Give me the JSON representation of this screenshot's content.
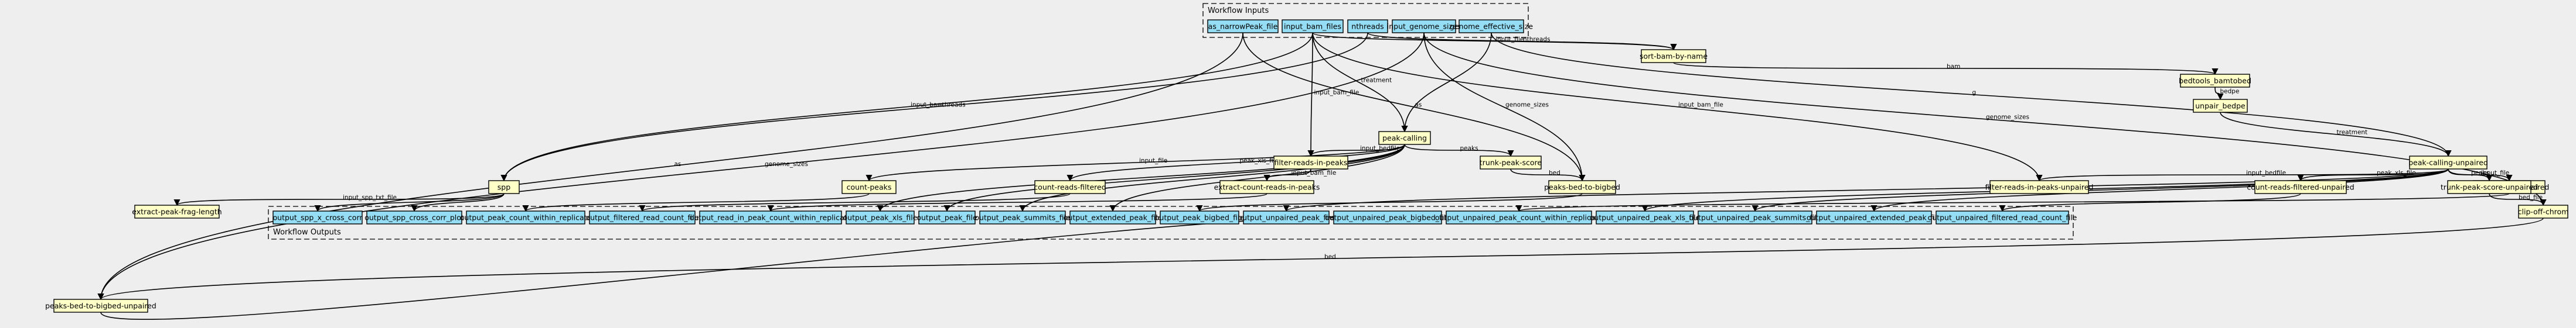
{
  "clusters": {
    "inputs": {
      "label": "Workflow Inputs"
    },
    "outputs": {
      "label": "Workflow Outputs"
    }
  },
  "nodes": [
    {
      "id": "as_narrowPeak_file",
      "label": "as_narrowPeak_file",
      "kind": "input"
    },
    {
      "id": "input_bam_files",
      "label": "input_bam_files",
      "kind": "input"
    },
    {
      "id": "nthreads",
      "label": "nthreads",
      "kind": "input"
    },
    {
      "id": "input_genome_sizes",
      "label": "input_genome_sizes",
      "kind": "input"
    },
    {
      "id": "genome_effective_size",
      "label": "genome_effective_size",
      "kind": "input"
    },
    {
      "id": "sort-bam-by-name",
      "label": "sort-bam-by-name",
      "kind": "step"
    },
    {
      "id": "bedtools_bamtobed",
      "label": "bedtools_bamtobed",
      "kind": "step"
    },
    {
      "id": "unpair_bedpe",
      "label": "unpair_bedpe",
      "kind": "step"
    },
    {
      "id": "peak-calling",
      "label": "peak-calling",
      "kind": "step"
    },
    {
      "id": "peak-calling-unpaired",
      "label": "peak-calling-unpaired",
      "kind": "step"
    },
    {
      "id": "filter-reads-in-peaks",
      "label": "filter-reads-in-peaks",
      "kind": "step"
    },
    {
      "id": "trunk-peak-score",
      "label": "trunk-peak-score",
      "kind": "step"
    },
    {
      "id": "count-peaks",
      "label": "count-peaks",
      "kind": "step"
    },
    {
      "id": "count-reads-filtered",
      "label": "count-reads-filtered",
      "kind": "step"
    },
    {
      "id": "extract-count-reads-in-peaks",
      "label": "extract-count-reads-in-peaks",
      "kind": "step"
    },
    {
      "id": "peaks-bed-to-bigbed",
      "label": "peaks-bed-to-bigbed",
      "kind": "step"
    },
    {
      "id": "spp",
      "label": "spp",
      "kind": "step"
    },
    {
      "id": "extract-peak-frag-length",
      "label": "extract-peak-frag-length",
      "kind": "step"
    },
    {
      "id": "filter-reads-in-peaks-unpaired",
      "label": "filter-reads-in-peaks-unpaired",
      "kind": "step"
    },
    {
      "id": "count-peaks-unpaired",
      "label": "count-peaks-unpaired",
      "kind": "step"
    },
    {
      "id": "count-reads-filtered-unpaired",
      "label": "count-reads-filtered-unpaired",
      "kind": "step"
    },
    {
      "id": "trunk-peak-score-unpaired",
      "label": "trunk-peak-score-unpaired",
      "kind": "step"
    },
    {
      "id": "clip-off-chrom",
      "label": "clip-off-chrom",
      "kind": "step"
    },
    {
      "id": "peaks-bed-to-bigbed-unpaired",
      "label": "peaks-bed-to-bigbed-unpaired",
      "kind": "step"
    },
    {
      "id": "output_spp_x_cross_corr",
      "label": "output_spp_x_cross_corr",
      "kind": "output"
    },
    {
      "id": "output_spp_cross_corr_plot",
      "label": "output_spp_cross_corr_plot",
      "kind": "output"
    },
    {
      "id": "output_peak_count_within_replicate",
      "label": "output_peak_count_within_replicate",
      "kind": "output"
    },
    {
      "id": "output_filtered_read_count_file",
      "label": "output_filtered_read_count_file",
      "kind": "output"
    },
    {
      "id": "output_read_in_peak_count_within_replicate",
      "label": "output_read_in_peak_count_within_replicate",
      "kind": "output"
    },
    {
      "id": "output_peak_xls_file",
      "label": "output_peak_xls_file",
      "kind": "output"
    },
    {
      "id": "output_peak_file",
      "label": "output_peak_file",
      "kind": "output"
    },
    {
      "id": "output_peak_summits_file",
      "label": "output_peak_summits_file",
      "kind": "output"
    },
    {
      "id": "output_extended_peak_file",
      "label": "output_extended_peak_file",
      "kind": "output"
    },
    {
      "id": "output_peak_bigbed_file",
      "label": "output_peak_bigbed_file",
      "kind": "output"
    },
    {
      "id": "output_unpaired_peak_file",
      "label": "output_unpaired_peak_file",
      "kind": "output"
    },
    {
      "id": "output_unpaired_peak_bigbed_file",
      "label": "output_unpaired_peak_bigbed_file",
      "kind": "output"
    },
    {
      "id": "output_unpaired_peak_count_within_replicate",
      "label": "output_unpaired_peak_count_within_replicate",
      "kind": "output"
    },
    {
      "id": "output_unpaired_peak_xls_file",
      "label": "output_unpaired_peak_xls_file",
      "kind": "output"
    },
    {
      "id": "output_unpaired_peak_summits_file",
      "label": "output_unpaired_peak_summits_file",
      "kind": "output"
    },
    {
      "id": "output_unpaired_extended_peak_file",
      "label": "output_unpaired_extended_peak_file",
      "kind": "output"
    },
    {
      "id": "output_unpaired_filtered_read_count_file",
      "label": "output_unpaired_filtered_read_count_file",
      "kind": "output"
    }
  ],
  "edges": [
    {
      "from": "input_bam_files",
      "to": "sort-bam-by-name",
      "label": "input_file"
    },
    {
      "from": "nthreads",
      "to": "sort-bam-by-name",
      "label": "nthreads"
    },
    {
      "from": "sort-bam-by-name",
      "to": "bedtools_bamtobed",
      "label": "bam"
    },
    {
      "from": "bedtools_bamtobed",
      "to": "unpair_bedpe",
      "label": "bedpe"
    },
    {
      "from": "unpair_bedpe",
      "to": "peak-calling-unpaired",
      "label": "treatment"
    },
    {
      "from": "input_bam_files",
      "to": "peak-calling",
      "label": "treatment"
    },
    {
      "from": "genome_effective_size",
      "to": "peak-calling",
      "label": ""
    },
    {
      "from": "genome_effective_size",
      "to": "peak-calling-unpaired",
      "label": "g"
    },
    {
      "from": "input_bam_files",
      "to": "spp",
      "label": "input_bam"
    },
    {
      "from": "nthreads",
      "to": "spp",
      "label": "nthreads"
    },
    {
      "from": "input_bam_files",
      "to": "filter-reads-in-peaks",
      "label": "input_bam_file"
    },
    {
      "from": "input_bam_files",
      "to": "filter-reads-in-peaks-unpaired",
      "label": "input_bam_file"
    },
    {
      "from": "as_narrowPeak_file",
      "to": "peaks-bed-to-bigbed",
      "label": "as"
    },
    {
      "from": "input_genome_sizes",
      "to": "peaks-bed-to-bigbed",
      "label": "genome_sizes"
    },
    {
      "from": "as_narrowPeak_file",
      "to": "peaks-bed-to-bigbed-unpaired",
      "label": "as"
    },
    {
      "from": "input_genome_sizes",
      "to": "peaks-bed-to-bigbed-unpaired",
      "label": "genome_sizes"
    },
    {
      "from": "input_genome_sizes",
      "to": "clip-off-chrom",
      "label": "genome_sizes"
    },
    {
      "from": "peak-calling",
      "to": "count-peaks",
      "label": "input_file"
    },
    {
      "from": "peak-calling",
      "to": "count-reads-filtered",
      "label": "peak_xls_file"
    },
    {
      "from": "peak-calling",
      "to": "filter-reads-in-peaks",
      "label": "input_bedfile"
    },
    {
      "from": "peak-calling",
      "to": "trunk-peak-score",
      "label": "peaks"
    },
    {
      "from": "trunk-peak-score",
      "to": "peaks-bed-to-bigbed",
      "label": "bed"
    },
    {
      "from": "filter-reads-in-peaks",
      "to": "extract-count-reads-in-peaks",
      "label": "input_bam_file"
    },
    {
      "from": "spp",
      "to": "extract-peak-frag-length",
      "label": "input_spp_txt_file"
    },
    {
      "from": "peak-calling-unpaired",
      "to": "filter-reads-in-peaks-unpaired",
      "label": "input_bedfile"
    },
    {
      "from": "peak-calling-unpaired",
      "to": "count-peaks-unpaired",
      "label": "input_file"
    },
    {
      "from": "peak-calling-unpaired",
      "to": "count-reads-filtered-unpaired",
      "label": "peak_xls_file"
    },
    {
      "from": "peak-calling-unpaired",
      "to": "trunk-peak-score-unpaired",
      "label": "peaks"
    },
    {
      "from": "trunk-peak-score-unpaired",
      "to": "clip-off-chrom",
      "label": "bed_file"
    },
    {
      "from": "clip-off-chrom",
      "to": "peaks-bed-to-bigbed-unpaired",
      "label": "bed"
    },
    {
      "from": "spp",
      "to": "output_spp_x_cross_corr",
      "label": ""
    },
    {
      "from": "spp",
      "to": "output_spp_cross_corr_plot",
      "label": ""
    },
    {
      "from": "count-peaks",
      "to": "output_peak_count_within_replicate",
      "label": ""
    },
    {
      "from": "count-reads-filtered",
      "to": "output_filtered_read_count_file",
      "label": ""
    },
    {
      "from": "extract-count-reads-in-peaks",
      "to": "output_read_in_peak_count_within_replicate",
      "label": ""
    },
    {
      "from": "peak-calling",
      "to": "output_peak_xls_file",
      "label": ""
    },
    {
      "from": "peak-calling",
      "to": "output_peak_file",
      "label": ""
    },
    {
      "from": "peak-calling",
      "to": "output_peak_summits_file",
      "label": ""
    },
    {
      "from": "peak-calling",
      "to": "output_extended_peak_file",
      "label": ""
    },
    {
      "from": "peaks-bed-to-bigbed",
      "to": "output_peak_bigbed_file",
      "label": ""
    },
    {
      "from": "peak-calling-unpaired",
      "to": "output_unpaired_peak_file",
      "label": ""
    },
    {
      "from": "peaks-bed-to-bigbed-unpaired",
      "to": "output_unpaired_peak_bigbed_file",
      "label": ""
    },
    {
      "from": "count-peaks-unpaired",
      "to": "output_unpaired_peak_count_within_replicate",
      "label": ""
    },
    {
      "from": "peak-calling-unpaired",
      "to": "output_unpaired_peak_xls_file",
      "label": ""
    },
    {
      "from": "peak-calling-unpaired",
      "to": "output_unpaired_peak_summits_file",
      "label": ""
    },
    {
      "from": "peak-calling-unpaired",
      "to": "output_unpaired_extended_peak_file",
      "label": ""
    },
    {
      "from": "count-reads-filtered-unpaired",
      "to": "output_unpaired_filtered_read_count_file",
      "label": ""
    }
  ]
}
